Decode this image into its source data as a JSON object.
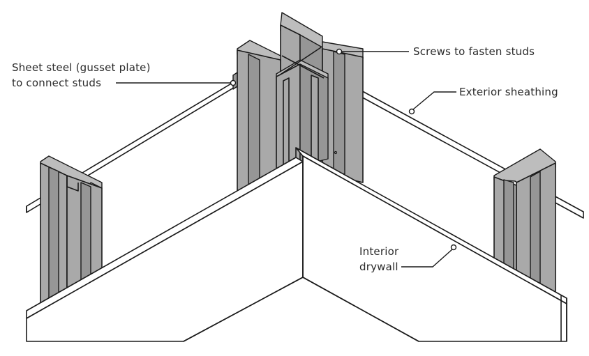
{
  "labels": {
    "gusset_line1": "Sheet steel (gusset plate)",
    "gusset_line2": "to connect studs",
    "screws": "Screws to fasten studs",
    "exterior": "Exterior sheathing",
    "interior_line1": "Interior",
    "interior_line2": "drywall"
  },
  "colors": {
    "steel": "#a9a9a9",
    "line": "#1a1a1a",
    "background": "#ffffff"
  }
}
